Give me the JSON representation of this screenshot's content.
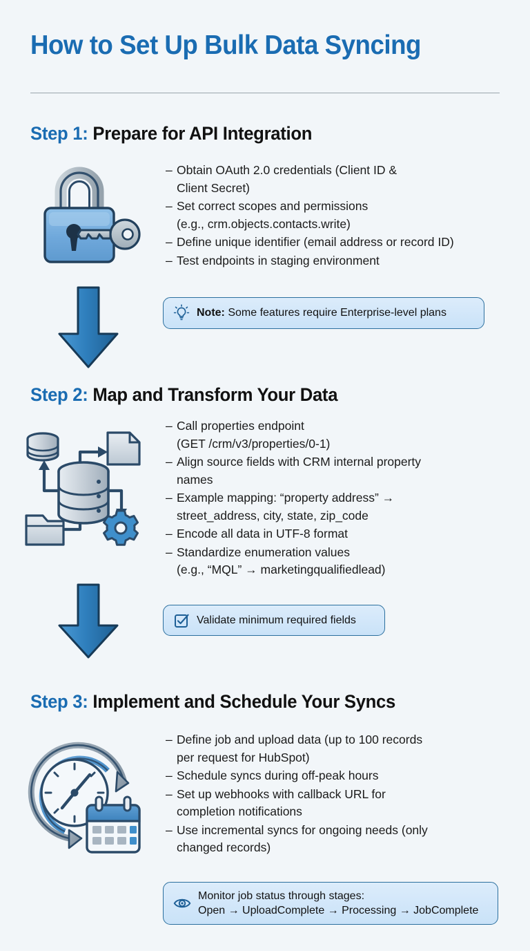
{
  "title": "How to Set Up Bulk Data Syncing",
  "colors": {
    "background": "#f2f6f9",
    "accent_blue": "#1a6cb2",
    "text": "#1b1b1b",
    "callout_fill": "#d6e9fa",
    "callout_border": "#2b6f9e",
    "arrow_blue": "#2d79b5"
  },
  "steps": [
    {
      "label": "Step 1:",
      "title": "Prepare for API Integration",
      "icon": "padlock-key-icon",
      "bullets": [
        "Obtain OAuth 2.0 credentials (Client ID &\nClient Secret)",
        "Set correct scopes and permissions\n(e.g., crm.objects.contacts.write)",
        "Define unique identifier (email address or record ID)",
        "Test endpoints in staging environment"
      ],
      "callout": {
        "icon": "lightbulb-icon",
        "bold_prefix": "Note:",
        "text": " Some features require Enterprise-level plans"
      }
    },
    {
      "label": "Step 2:",
      "title": "Map and Transform Your Data",
      "icon": "database-flow-icon",
      "bullets": [
        "Call properties endpoint\n(GET /crm/v3/properties/0-1)",
        "Align source fields with CRM internal property\nnames",
        "Example mapping: “property address” →\nstreet_address, city, state, zip_code",
        "Encode all data in UTF-8 format",
        "Standardize enumeration values\n(e.g., “MQL” → marketingqualifiedlead)"
      ],
      "callout": {
        "icon": "checkbox-check-icon",
        "bold_prefix": "",
        "text": "Validate minimum required fields"
      }
    },
    {
      "label": "Step 3:",
      "title": "Implement and Schedule Your Syncs",
      "icon": "clock-calendar-icon",
      "bullets": [
        "Define job and upload data (up to 100 records\nper request for HubSpot)",
        "Schedule syncs during off-peak hours",
        "Set up webhooks with callback URL for\ncompletion notifications",
        "Use incremental syncs for ongoing needs (only\nchanged records)"
      ],
      "callout": {
        "icon": "eye-icon",
        "bold_prefix": "",
        "text": "Monitor job status through stages:\nOpen → UploadComplete → Processing → JobComplete"
      }
    }
  ],
  "connectors": [
    {
      "name": "down-arrow-step1-to-step2"
    },
    {
      "name": "down-arrow-step2-to-step3"
    }
  ]
}
